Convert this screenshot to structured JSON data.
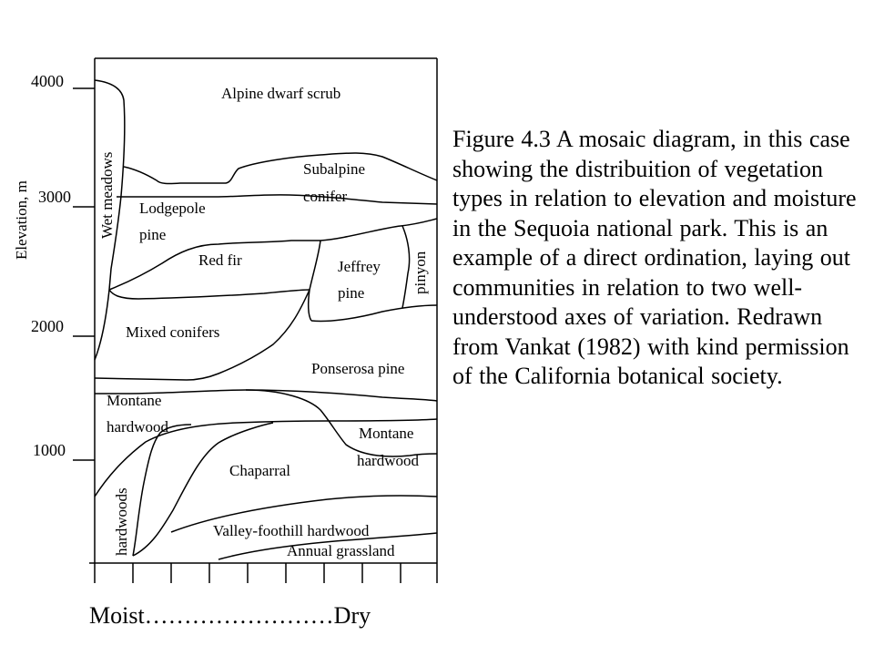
{
  "figure": {
    "caption": "Figure 4.3  A mosaic diagram, in this case showing the distribuition of vegetation types in relation to elevation and moisture in the Sequoia national park.  This is an example of a direct ordination, laying out communities in relation to two well-understood axes of variation.  Redrawn from Vankat (1982) with kind permission of the California botanical society.",
    "y_axis_title": "Elevation, m",
    "y_ticks": [
      "4000",
      "3000",
      "2000",
      "1000"
    ],
    "x_axis_label": "Moist……………………Dry",
    "zones": {
      "alpine": "Alpine dwarf scrub",
      "wet_meadows": "Wet meadows",
      "subalpine_1": "Subalpine",
      "subalpine_2": "conifer",
      "lodgepole_1": "Lodgepole",
      "lodgepole_2": "pine",
      "red_fir": "Red fir",
      "jeffrey_1": "Jeffrey",
      "jeffrey_2": "pine",
      "pinyon": "pinyon",
      "mixed_conifers": "Mixed conifers",
      "ponderosa": "Ponserosa pine",
      "montane_left_1": "Montane",
      "montane_left_2": "hardwood",
      "montane_right_1": "Montane",
      "montane_right_2": "hardwood",
      "chaparral": "Chaparral",
      "hardwoods": "hardwoods",
      "valley_foothill": "Valley-foothill hardwood",
      "annual_grassland": "Annual grassland"
    }
  }
}
